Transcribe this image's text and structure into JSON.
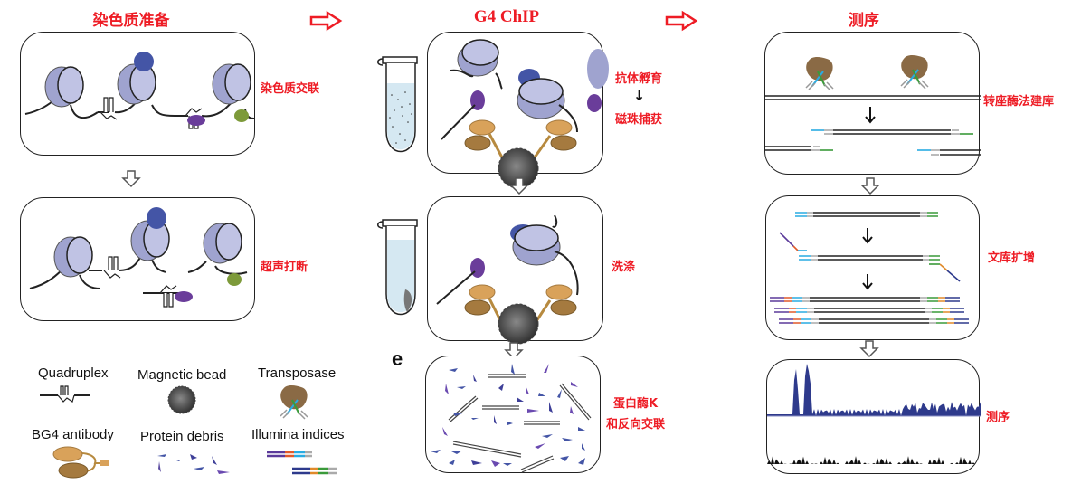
{
  "columns": [
    {
      "title": "染色质准备",
      "steps": [
        {
          "label": "染色质交联"
        },
        {
          "label": "超声打断"
        }
      ]
    },
    {
      "title": "G4 ChIP",
      "steps": [
        {
          "label_line1": "抗体孵育",
          "arrow": "↓",
          "label_line2": "磁珠捕获"
        },
        {
          "label": "洗涤"
        },
        {
          "label_line1": "蛋白酶K",
          "label_line2": "和反向交联"
        }
      ],
      "panel_letter": "e"
    },
    {
      "title": "测序",
      "steps": [
        {
          "label": "转座酶法建库"
        },
        {
          "label": "文库扩增"
        },
        {
          "label": "测序"
        }
      ]
    }
  ],
  "legend": {
    "items": [
      {
        "label": "Quadruplex",
        "icon": "quadruplex-icon"
      },
      {
        "label": "Magnetic bead",
        "icon": "magnetic-bead-icon"
      },
      {
        "label": "Transposase",
        "icon": "transposase-icon"
      },
      {
        "label": "BG4 antibody",
        "icon": "antibody-icon"
      },
      {
        "label": "Protein debris",
        "icon": "protein-debris-icon"
      },
      {
        "label": "Illumina indices",
        "icon": "illumina-indices-icon"
      }
    ]
  },
  "colors": {
    "title_red": "#ee1c25",
    "nucleosome": "#9fa3cf",
    "nucleosome_dark": "#6e729f",
    "protein_blue": "#4455a6",
    "protein_purple": "#6a3d9a",
    "protein_green": "#7d9a3a",
    "antibody_light": "#d9a25a",
    "antibody_dark": "#a57a3f",
    "bead": "#555555",
    "transposase": "#8a6a45",
    "index_cyan": "#29abe2",
    "index_green": "#3a9a3a",
    "index_orange": "#e08a2a",
    "index_purple": "#5b3a9a",
    "index_navy": "#2e3a8c",
    "signal_navy": "#2e3a8c"
  }
}
